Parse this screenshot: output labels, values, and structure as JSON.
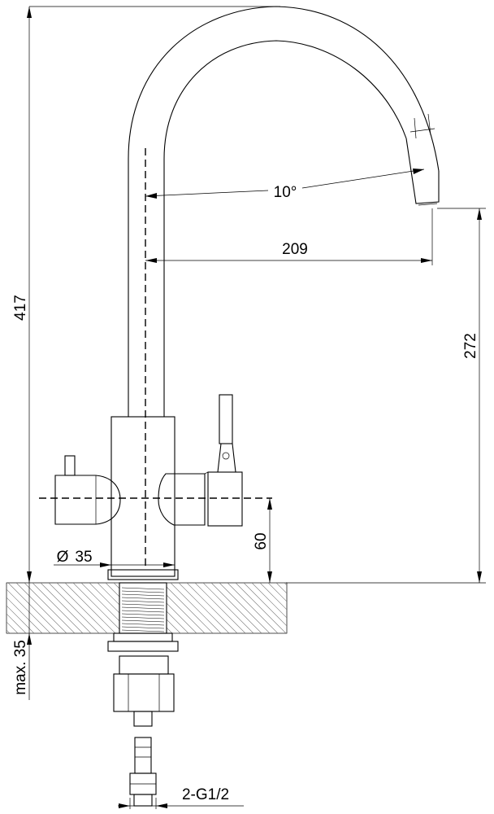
{
  "dimensions": {
    "height_total": "417",
    "spout_angle": "10°",
    "spout_reach": "209",
    "spout_height": "272",
    "handle_height": "60",
    "body_diameter": "35",
    "max_thickness": "max. 35",
    "connection": "2-G1/2"
  },
  "symbols": {
    "diameter": "Ø"
  }
}
